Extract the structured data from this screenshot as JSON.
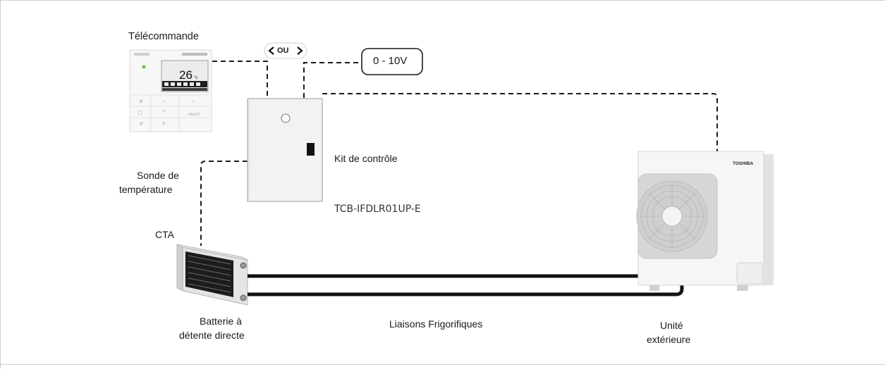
{
  "labels": {
    "remote": "Télécommande",
    "or_text": "OU",
    "voltage": "0 - 10V",
    "control_kit": "Kit de contrôle",
    "model": "TCB-IFDLR01UP-E",
    "sensor_line1": "Sonde de",
    "sensor_line2": "température",
    "cta": "CTA",
    "coil_line1": "Batterie à",
    "coil_line2": "détente directe",
    "refrigerant_lines": "Liaisons Frigorifiques",
    "outdoor_line1": "Unité",
    "outdoor_line2": "extérieure"
  },
  "remote_screen": {
    "temperature": "26",
    "unit": "°c"
  },
  "outdoor_brand": "TOSHIBA",
  "colors": {
    "line": "#1a1a1a",
    "panel": "#f2f2f2",
    "panel_border": "#9a9a9a",
    "coil_frame": "#e6e6e6",
    "coil_inner": "#1c1c1c",
    "fan_grille": "#c8c8c8"
  }
}
